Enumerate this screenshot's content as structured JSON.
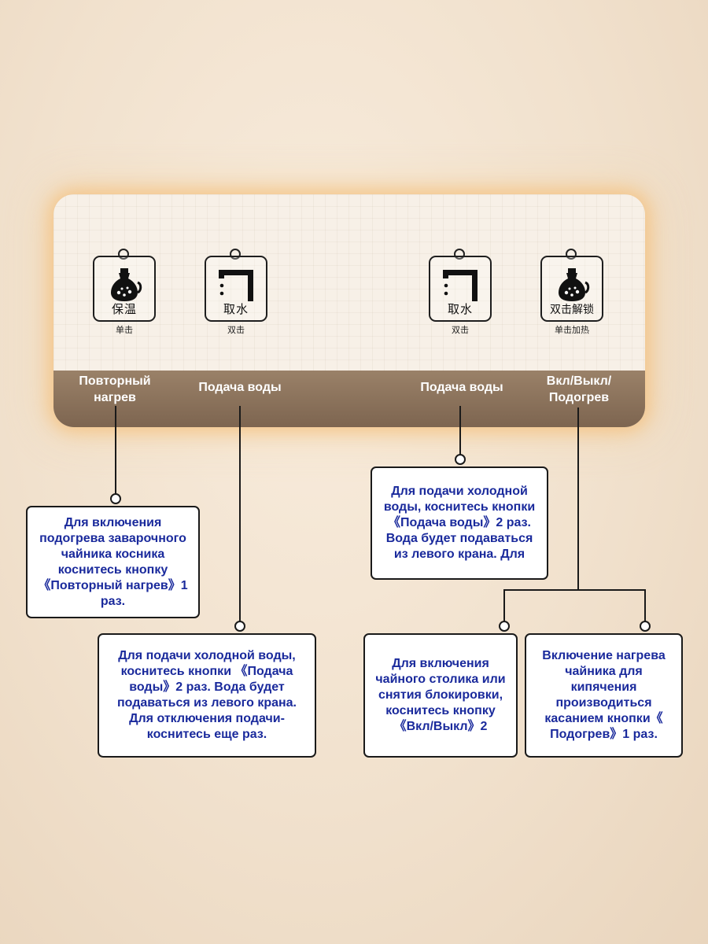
{
  "buttons": [
    {
      "cn": "保温",
      "sub": "单击",
      "icon": "kettle-icon"
    },
    {
      "cn": "取水",
      "sub": "双击",
      "icon": "faucet-icon"
    },
    {
      "cn": "取水",
      "sub": "双击",
      "icon": "faucet-icon"
    },
    {
      "cn": "双击解锁",
      "sub": "单击加热",
      "icon": "kettle-icon"
    }
  ],
  "labels": {
    "reheat": "Повторный нагрев",
    "water1": "Подача воды",
    "water2": "Подача воды",
    "power": "Вкл/Выкл/ Подогрев"
  },
  "cards": {
    "reheat": "Для включения подогрева заварочного чайника косника коснитесь кнопку 《Повторный нагрев》1 раз.",
    "water_left": "Для подачи холодной воды, коснитесь кнопки 《Подача воды》2 раз. Вода будет подаваться из левого крана. Для отключения подачи-коснитесь еще раз.",
    "water_right": "Для подачи холодной воды, коснитесь кнопки 《Подача воды》2 раз. Вода будет подаваться из левого крана. Для",
    "unlock": "Для включения чайного столика или снятия блокировки, коснитесь кнопку 《Вкл/Выкл》2",
    "boil": "Включение нагрева чайника для кипячения производиться касанием кнопки《 Подогрев》1 раз."
  },
  "colors": {
    "card_text": "#1a2a9c",
    "panel_bar": "#8a705a",
    "panel_glow": "#f4be78"
  }
}
